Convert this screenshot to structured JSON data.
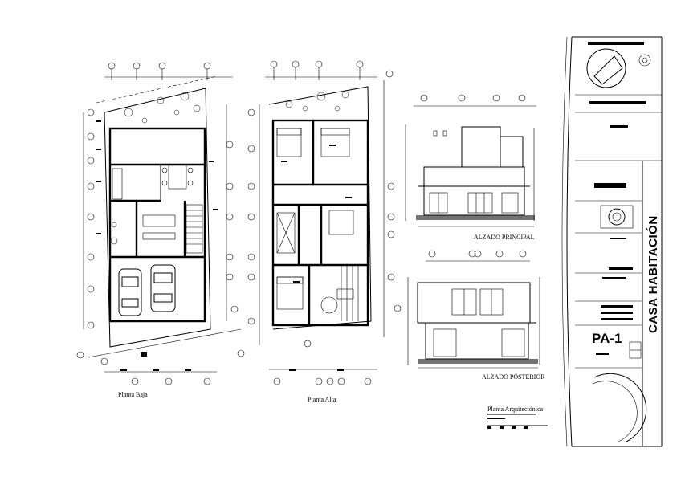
{
  "drawing": {
    "plans": {
      "ground_floor_label": "Planta Baja",
      "upper_floor_label": "Planta Alta"
    },
    "elevations": {
      "front_label": "ALZADO PRINCIPAL",
      "rear_label": "ALZADO POSTERIOR"
    },
    "sheet_caption": {
      "title": "Planta Arquitectónica"
    },
    "title_block": {
      "project_title": "CASA HABITACIÓN",
      "sheet_code": "PA-1"
    }
  }
}
